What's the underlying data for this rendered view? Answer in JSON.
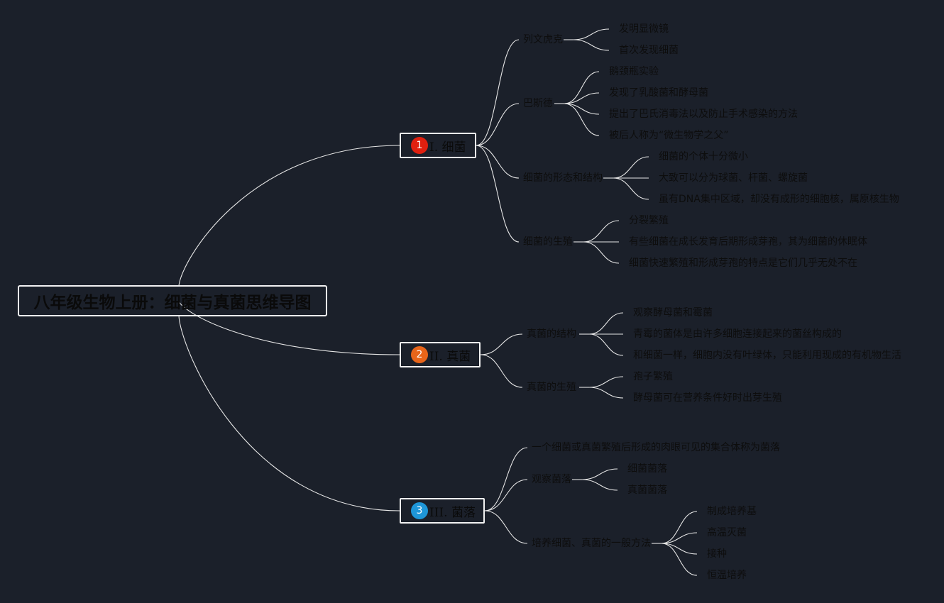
{
  "root": {
    "label": "八年级生物上册：细菌与真菌思维导图"
  },
  "branches": [
    {
      "number": "1",
      "label": "I. 细菌",
      "color": "#e0200f",
      "topics": [
        {
          "label": "列文虎克",
          "items": [
            "发明显微镜",
            "首次发现细菌"
          ]
        },
        {
          "label": "巴斯德",
          "items": [
            "鹅颈瓶实验",
            "发现了乳酸菌和酵母菌",
            "提出了巴氏消毒法以及防止手术感染的方法",
            "被后人称为“微生物学之父”"
          ]
        },
        {
          "label": "细菌的形态和结构",
          "items": [
            "细菌的个体十分微小",
            "大致可以分为球菌、杆菌、螺旋菌",
            "虽有DNA集中区域，却没有成形的细胞核，属原核生物"
          ]
        },
        {
          "label": "细菌的生殖",
          "items": [
            "分裂繁殖",
            "有些细菌在成长发育后期形成芽孢，其为细菌的休眠体",
            "细菌快速繁殖和形成芽孢的特点是它们几乎无处不在"
          ]
        }
      ]
    },
    {
      "number": "2",
      "label": "II. 真菌",
      "color": "#e8651a",
      "topics": [
        {
          "label": "真菌的结构",
          "items": [
            "观察酵母菌和霉菌",
            "青霉的菌体是由许多细胞连接起来的菌丝构成的",
            "和细菌一样，细胞内没有叶绿体，只能利用现成的有机物生活"
          ]
        },
        {
          "label": "真菌的生殖",
          "items": [
            "孢子繁殖",
            "酵母菌可在营养条件好时出芽生殖"
          ]
        }
      ]
    },
    {
      "number": "3",
      "label": "III. 菌落",
      "color": "#1e96d8",
      "topics": [
        {
          "label": "一个细菌或真菌繁殖后形成的肉眼可见的集合体称为菌落",
          "items": []
        },
        {
          "label": "观察菌落",
          "items": [
            "细菌菌落",
            "真菌菌落"
          ]
        },
        {
          "label": "培养细菌、真菌的一般方法",
          "items": [
            "制成培养基",
            "高温灭菌",
            "接种",
            "恒温培养"
          ]
        }
      ]
    }
  ]
}
